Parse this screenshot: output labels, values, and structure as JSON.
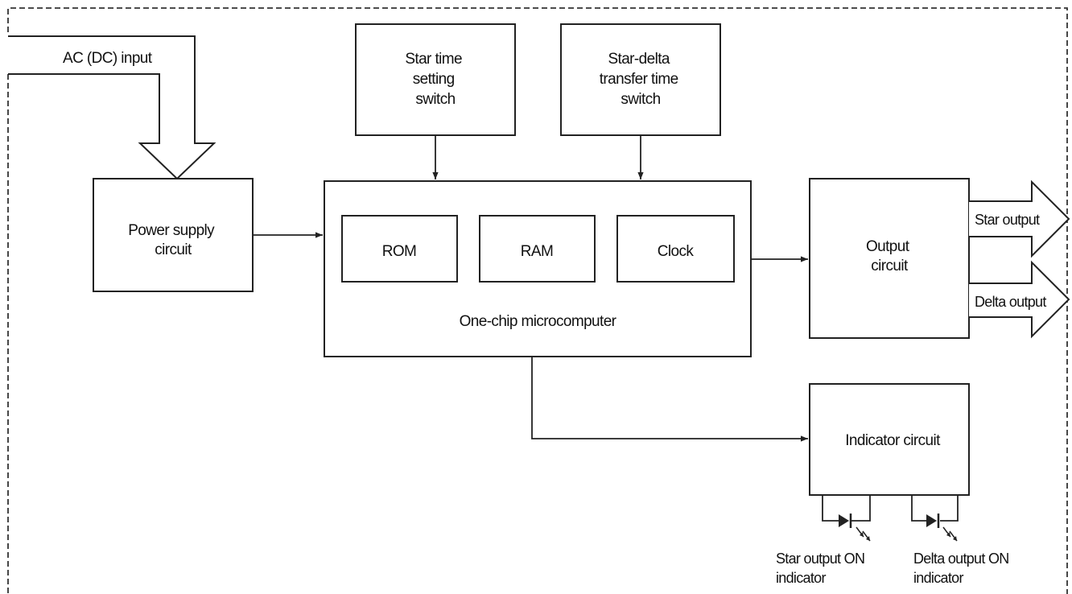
{
  "diagram": {
    "input_label": "AC (DC) input",
    "blocks": {
      "power_supply": [
        "Power supply",
        "circuit"
      ],
      "star_time_switch": [
        "Star time",
        "setting",
        "switch"
      ],
      "transfer_time_switch": [
        "Star-delta",
        "transfer time",
        "switch"
      ],
      "microcomputer": "One-chip microcomputer",
      "rom": "ROM",
      "ram": "RAM",
      "clock": "Clock",
      "output_circuit": [
        "Output",
        "circuit"
      ],
      "indicator_circuit": "Indicator circuit"
    },
    "outputs": {
      "star": "Star output",
      "delta": "Delta output"
    },
    "indicators": {
      "star": [
        "Star output ON",
        "indicator"
      ],
      "delta": [
        "Delta output ON",
        "indicator"
      ]
    }
  }
}
